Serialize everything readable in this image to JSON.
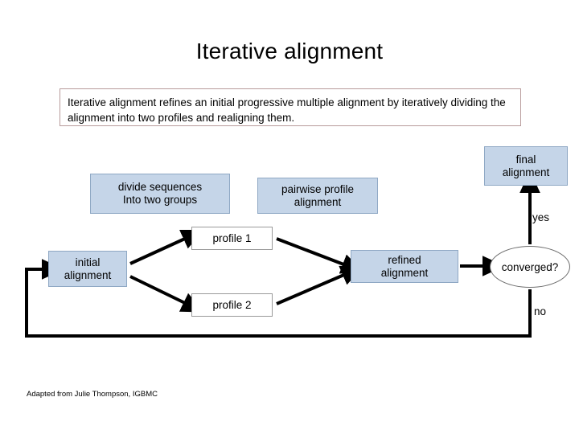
{
  "slide": {
    "title": "Iterative alignment",
    "summary": "Iterative alignment refines an initial progressive multiple alignment by iteratively dividing the alignment into two profiles and realigning them.",
    "credit": "Adapted from Julie Thompson, IGBMC"
  },
  "diagram": {
    "nodes": {
      "divide": "divide sequences\nInto two groups",
      "divide_line1": "divide sequences",
      "divide_line2": "Into two groups",
      "pairwise_line1": "pairwise profile",
      "pairwise_line2": "alignment",
      "final_line1": "final",
      "final_line2": "alignment",
      "initial_line1": "initial",
      "initial_line2": "alignment",
      "refined_line1": "refined",
      "refined_line2": "alignment",
      "profile1": "profile 1",
      "profile2": "profile 2",
      "converged": "converged?"
    },
    "edge_labels": {
      "yes": "yes",
      "no": "no"
    },
    "colors": {
      "node_fill": "#c5d5e8",
      "node_border": "#8fa8c4",
      "summary_border": "#b79a9a",
      "arrow": "#000000"
    }
  }
}
